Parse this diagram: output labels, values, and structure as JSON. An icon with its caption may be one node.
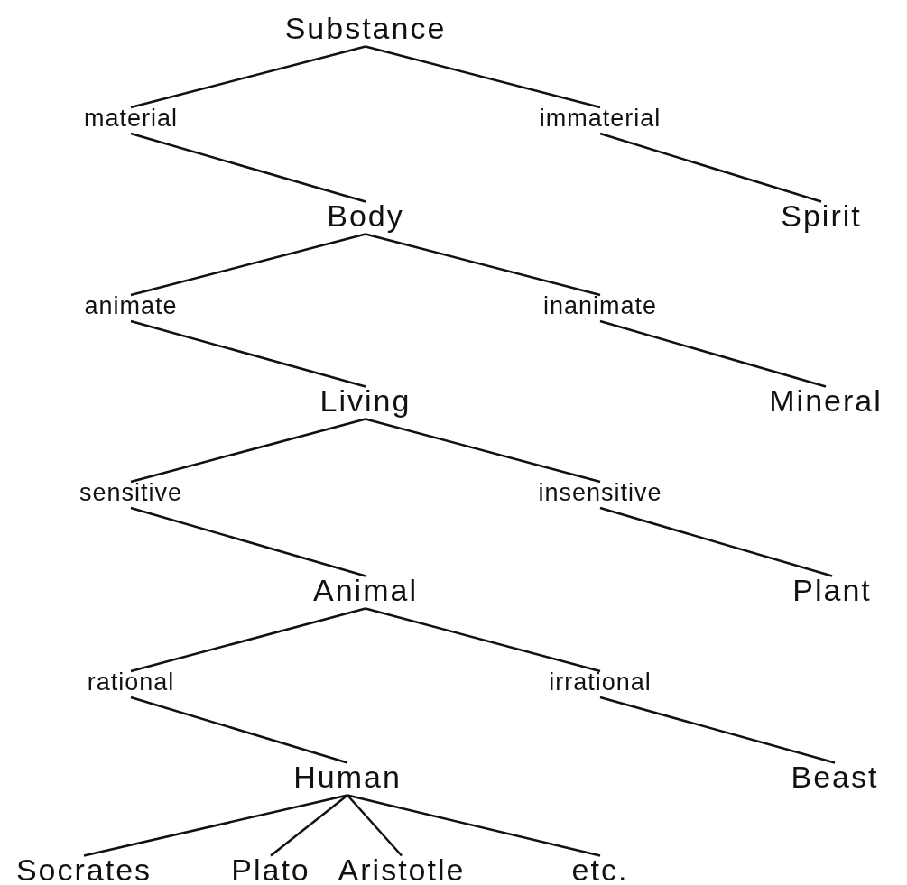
{
  "diagram": {
    "nodes": [
      {
        "text": [
          "Substance"
        ]
      },
      {
        "text": [
          "material"
        ]
      },
      {
        "text": [
          "immaterial"
        ]
      },
      {
        "text": [
          "Body"
        ]
      },
      {
        "text": [
          "Spirit"
        ]
      },
      {
        "text": [
          "animate"
        ]
      },
      {
        "text": [
          "inanimate"
        ]
      },
      {
        "text": [
          "Living"
        ]
      },
      {
        "text": [
          "Mineral"
        ]
      },
      {
        "text": [
          "sensitive"
        ]
      },
      {
        "text": [
          "insensitive"
        ]
      },
      {
        "text": [
          "Animal"
        ]
      },
      {
        "text": [
          "Plant"
        ]
      },
      {
        "text": [
          "rational"
        ]
      },
      {
        "text": [
          "irrational"
        ]
      },
      {
        "text": [
          "Human"
        ]
      },
      {
        "text": [
          "Beast"
        ]
      },
      {
        "text": [
          "Socrates"
        ]
      },
      {
        "text": [
          "Plato"
        ]
      },
      {
        "text": [
          "Aristotle"
        ]
      },
      {
        "text": [
          "etc."
        ]
      }
    ],
    "edges": [
      {
        "from": 0,
        "to": 1,
        "arrow": "none"
      },
      {
        "from": 0,
        "to": 2,
        "arrow": "none"
      },
      {
        "from": 1,
        "to": 3,
        "arrow": "none"
      },
      {
        "from": 2,
        "to": 4,
        "arrow": "none"
      },
      {
        "from": 3,
        "to": 5,
        "arrow": "none"
      },
      {
        "from": 3,
        "to": 6,
        "arrow": "none"
      },
      {
        "from": 5,
        "to": 7,
        "arrow": "none"
      },
      {
        "from": 6,
        "to": 8,
        "arrow": "none"
      },
      {
        "from": 7,
        "to": 9,
        "arrow": "none"
      },
      {
        "from": 7,
        "to": 10,
        "arrow": "none"
      },
      {
        "from": 9,
        "to": 11,
        "arrow": "none"
      },
      {
        "from": 10,
        "to": 12,
        "arrow": "none"
      },
      {
        "from": 11,
        "to": 13,
        "arrow": "none"
      },
      {
        "from": 11,
        "to": 14,
        "arrow": "none"
      },
      {
        "from": 13,
        "to": 15,
        "arrow": "none"
      },
      {
        "from": 14,
        "to": 16,
        "arrow": "none"
      },
      {
        "from": 15,
        "to": 17,
        "arrow": "none"
      },
      {
        "from": 15,
        "to": 18,
        "arrow": "none"
      },
      {
        "from": 15,
        "to": 19,
        "arrow": "none"
      },
      {
        "from": 15,
        "to": 20,
        "arrow": "none"
      }
    ]
  }
}
